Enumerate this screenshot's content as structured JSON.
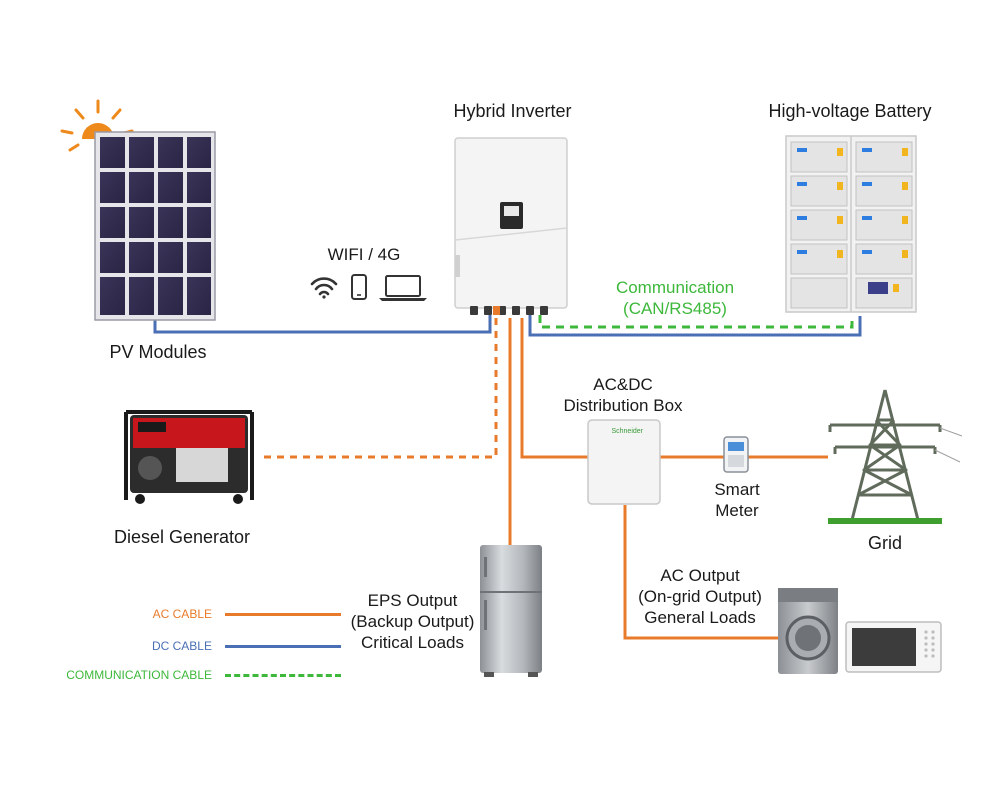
{
  "title": {
    "inverter": "Hybrid Inverter",
    "battery": "High-voltage Battery",
    "pv": "PV Modules",
    "wifi": "WIFI / 4G",
    "comm_line1": "Communication",
    "comm_line2": "(CAN/RS485)",
    "dist_line1": "AC&DC",
    "dist_line2": "Distribution Box",
    "smart_line1": "Smart",
    "smart_line2": "Meter",
    "generator": "Diesel Generator",
    "grid": "Grid",
    "eps_line1": "EPS Output",
    "eps_line2": "(Backup Output)",
    "eps_line3": "Critical Loads",
    "ac_line1": "AC Output",
    "ac_line2": "(On-grid Output)",
    "ac_line3": "General Loads",
    "brand": "Schneider"
  },
  "legend": {
    "ac": "AC CABLE",
    "dc": "DC CABLE",
    "comm": "COMMUNICATION CABLE"
  },
  "colors": {
    "ac": "#e87b2b",
    "dc": "#4a6fb5",
    "comm": "#3db83b",
    "sun": "#ee8a1c"
  }
}
